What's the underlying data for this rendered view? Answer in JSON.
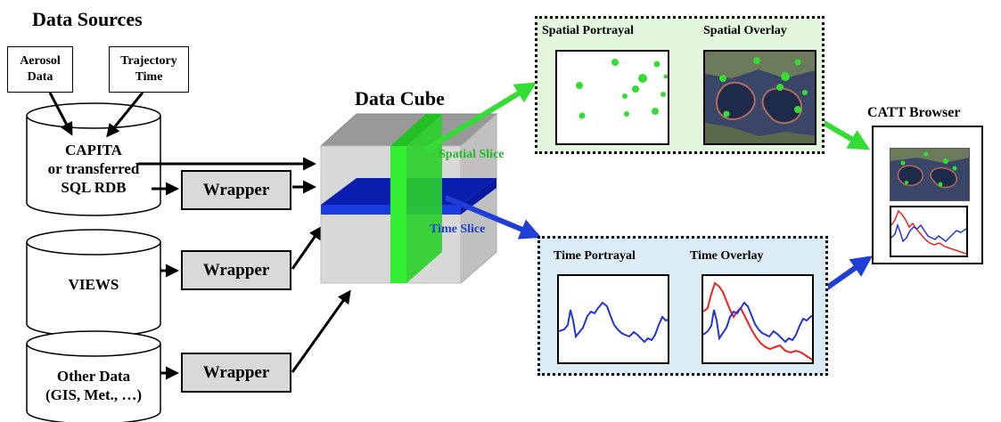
{
  "diagram": {
    "data_sources_title": "Data Sources",
    "aerosol_data": "Aerosol Data",
    "trajectory_time": "Trajectory Time",
    "capita": [
      "CAPITA",
      "or transferred",
      "SQL RDB"
    ],
    "views": "VIEWS",
    "other_data": [
      "Other Data",
      "(GIS, Met., …)"
    ],
    "wrapper": "Wrapper",
    "data_cube_title": "Data Cube",
    "spatial_slice": "Spatial Slice",
    "time_slice": "Time Slice",
    "spatial_portrayal": "Spatial Portrayal",
    "spatial_overlay": "Spatial Overlay",
    "time_portrayal": "Time Portrayal",
    "time_overlay": "Time Overlay",
    "catt_browser": "CATT Browser"
  },
  "colors": {
    "green": "#33dd33",
    "blue": "#1f3fd6",
    "spatial_panel_bg": "#e3f7dc",
    "time_panel_bg": "#dcecf7",
    "wrapper_bg": "#d9d9d9",
    "red": "#ee2222"
  }
}
